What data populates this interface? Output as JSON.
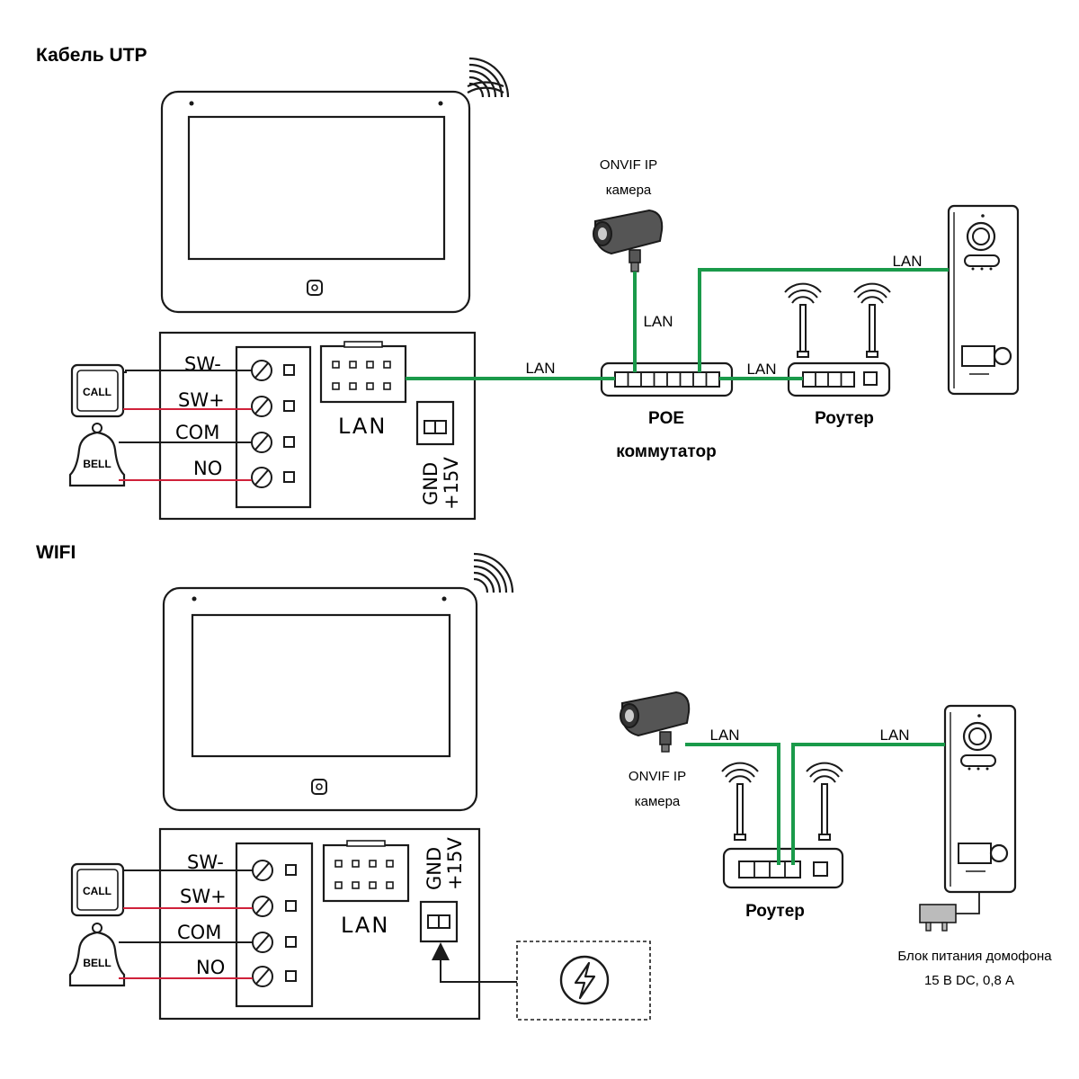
{
  "sections": [
    {
      "title": "Кабель UTP",
      "terminals": [
        "SW-",
        "SW+",
        "COM",
        "NO"
      ],
      "call_label": "CALL",
      "bell_label": "BELL",
      "monitor_lan_label": "LAN",
      "power_labels": {
        "gnd": "GND",
        "v15": "+15V"
      },
      "camera_label": [
        "ONVIF IP",
        "камера"
      ],
      "switch_label": [
        "POE",
        "коммутатор"
      ],
      "router_label": "Роутер",
      "links": {
        "camera_switch": "LAN",
        "panel_switch": "LAN",
        "monitor_switch": "LAN",
        "switch_router": "LAN"
      }
    },
    {
      "title": "WIFI",
      "terminals": [
        "SW-",
        "SW+",
        "COM",
        "NO"
      ],
      "call_label": "CALL",
      "bell_label": "BELL",
      "monitor_lan_label": "LAN",
      "power_labels": {
        "gnd": "GND",
        "v15": "+15V"
      },
      "camera_label": [
        "ONVIF IP",
        "камера"
      ],
      "router_label": "Роутер",
      "links": {
        "camera_router": "LAN",
        "panel_router": "LAN"
      },
      "psu_label": [
        "Блок питания домофона",
        "15 В DC, 0,8 А"
      ]
    }
  ],
  "colors": {
    "lan_cable": "#1a9a4a",
    "red_wire": "#d0213a",
    "line": "#1a1a1a"
  },
  "icons": [
    "wifi-icon",
    "camera-icon",
    "router-antenna-icon",
    "power-bolt-icon",
    "power-adapter-icon",
    "call-button-icon",
    "bell-icon"
  ]
}
